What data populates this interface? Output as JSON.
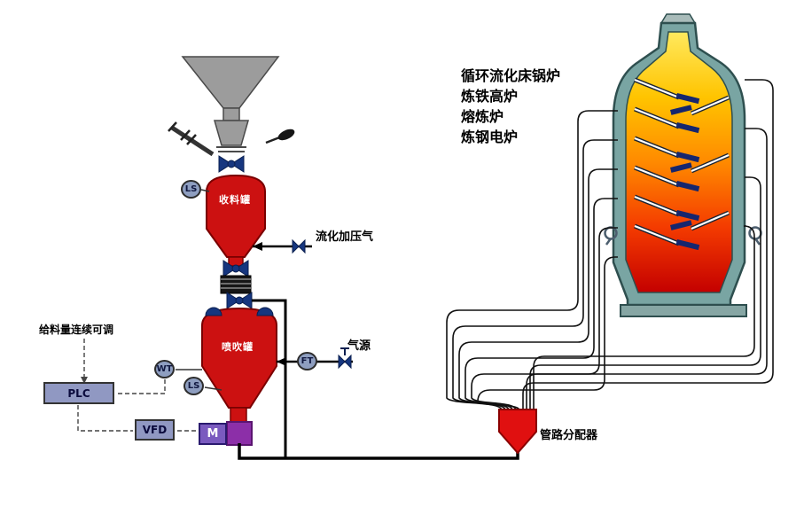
{
  "labels": {
    "feed_note": "给料量连续可调",
    "fluidization_gas": "流化加压气",
    "gas_source": "气源",
    "receiving_tank": "收料罐",
    "injection_tank": "喷吹罐",
    "distributor": "管路分配器"
  },
  "controls": {
    "plc": "PLC",
    "vfd": "VFD",
    "motor": "M"
  },
  "sensors": {
    "ls_upper": "LS",
    "wt": "WT",
    "ls_lower": "LS",
    "ft": "FT"
  },
  "furnace_applications": [
    "循环流化床锅炉",
    "炼铁高炉",
    "熔炼炉",
    "炼钢电炉"
  ],
  "colors": {
    "vessel_red": "#cc1111",
    "valve_navy": "#16367f",
    "funnel_gray": "#9c9c9c",
    "control_box": "#9098c2",
    "motor_purple": "#7a5abf",
    "feeder_purple": "#8c2fa8",
    "distributor_red": "#e01010",
    "furnace_shell_teal": "#79a5a3",
    "flame_yellow": "#ffe95e",
    "flame_orange": "#ff8a00",
    "flame_red": "#c40000"
  }
}
